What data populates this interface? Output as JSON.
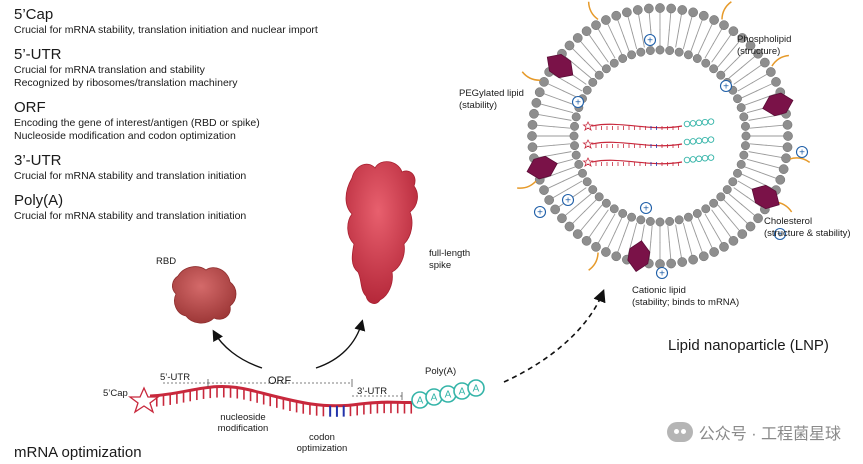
{
  "sections": [
    {
      "title": "5’Cap",
      "lines": [
        "Crucial for mRNA stability, translation initiation and nuclear import"
      ]
    },
    {
      "title": "5’-UTR",
      "lines": [
        "Crucial for mRNA translation and stability",
        "Recognized by ribosomes/translation machinery"
      ]
    },
    {
      "title": "ORF",
      "lines": [
        "Encoding the gene of interest/antigen (RBD or spike)",
        "Nucleoside modification and codon optimization"
      ]
    },
    {
      "title": "3’-UTR",
      "lines": [
        "Crucial for mRNA stability and translation initiation"
      ]
    },
    {
      "title": "Poly(A)",
      "lines": [
        "Crucial for mRNA stability and translation initiation"
      ]
    }
  ],
  "labels": {
    "rbd": "RBD",
    "spike": [
      "full-length",
      "spike"
    ],
    "orf": "ORF",
    "cap": "5’Cap",
    "utr5": "5’-UTR",
    "utr3": "3’-UTR",
    "polya": "Poly(A)",
    "polya_letter": "A",
    "nucleoside": [
      "nucleoside",
      "modification"
    ],
    "codon": [
      "codon",
      "optimization"
    ],
    "mrna_opt": "mRNA optimization",
    "lnp": "Lipid nanoparticle (LNP)",
    "phospholipid": [
      "Phospholipid",
      "(structure)"
    ],
    "peg": [
      "PEGylated lipid",
      "(stability)"
    ],
    "cholesterol": [
      "Cholesterol",
      "(structure & stability)"
    ],
    "cationic": [
      "Cationic lipid",
      "(stability; binds to mRNA)"
    ],
    "plus": "+"
  },
  "watermark": "公众号 · 工程菌星球",
  "colors": {
    "rna": "#c8283c",
    "spike": "#d13a4c",
    "rbd": "#b84444",
    "codon": "#2233aa",
    "polya": "#34b4a8",
    "lipid_head": "#8e8e8e",
    "cholesterol": "#7a1248",
    "peg": "#e69a2a",
    "cationic": "#1f5fa8"
  }
}
